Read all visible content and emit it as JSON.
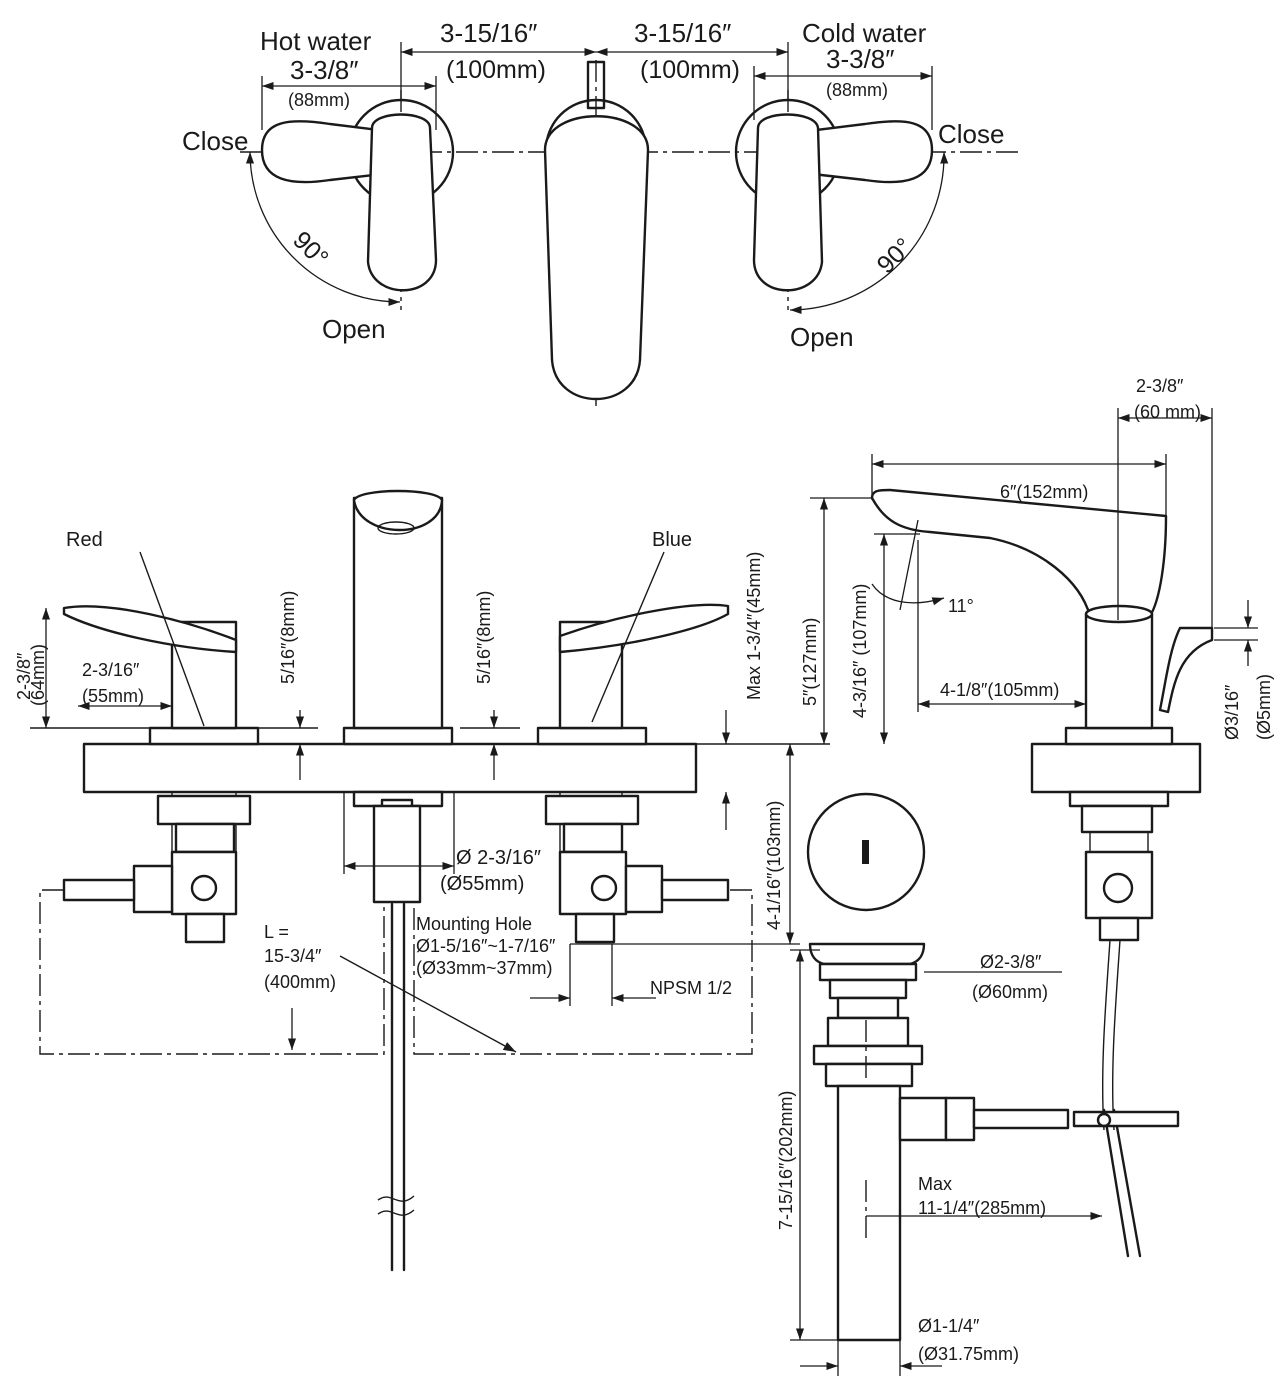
{
  "top_view": {
    "hot_label": "Hot water",
    "cold_label": "Cold water",
    "handle_left": "3-3/8″",
    "handle_left_mm": "(88mm)",
    "handle_right": "3-3/8″",
    "handle_right_mm": "(88mm)",
    "spacing_left": "3-15/16″",
    "spacing_left_mm": "(100mm)",
    "spacing_right": "3-15/16″",
    "spacing_right_mm": "(100mm)",
    "close_left": "Close",
    "close_right": "Close",
    "open_left": "Open",
    "open_right": "Open",
    "angle_left": "90°",
    "angle_right": "90°"
  },
  "front_view": {
    "red": "Red",
    "blue": "Blue",
    "handle_height": "2-3/8″",
    "handle_height_mm": "(64mm)",
    "handle_width": "2-3/16″",
    "handle_width_mm": "(55mm)",
    "escutcheon_left": "5/16″(8mm)",
    "escutcheon_right": "5/16″(8mm)",
    "deck_max": "Max 1-3/4″(45mm)",
    "base_dia": "Ø 2-3/16″",
    "base_dia_mm": "(Ø55mm)",
    "hose_l": "L =",
    "hose_len": "15-3/4″",
    "hose_len_mm": "(400mm)",
    "mount_hole": "Mounting Hole",
    "mount_hole_in": "Ø1-5/16″~1-7/16″",
    "mount_hole_mm": "(Ø33mm~37mm)",
    "npsm": "NPSM 1/2",
    "below_deck": "4-1/16″(103mm)"
  },
  "side_view": {
    "depth": "2-3/8″",
    "depth_mm": "(60 mm)",
    "reach": "6″(152mm)",
    "height": "5″(127mm)",
    "spout_height": "4-3/16″ (107mm)",
    "angle": "11°",
    "lift_reach": "4-1/8″(105mm)",
    "rod_dia": "Ø3/16″",
    "rod_dia_mm": "(Ø5mm)"
  },
  "drain": {
    "top_dia": "Ø2-3/8″",
    "top_dia_mm": "(Ø60mm)",
    "length": "7-15/16″(202mm)",
    "max": "Max",
    "max_val": "11-1/4″(285mm)",
    "pipe_dia": "Ø1-1/4″",
    "pipe_dia_mm": "(Ø31.75mm)"
  }
}
